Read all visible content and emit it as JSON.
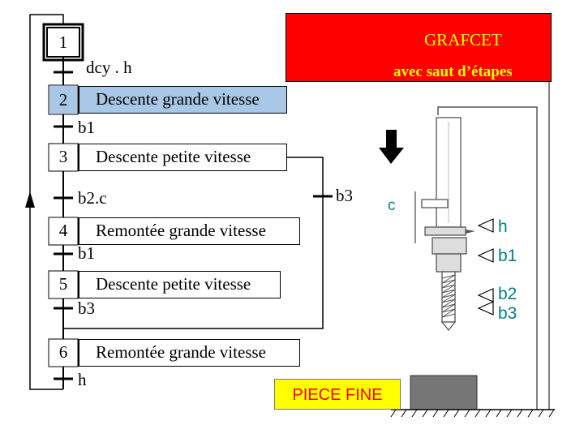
{
  "title": {
    "line1": "GRAFCET",
    "line2": "avec saut d’étapes"
  },
  "steps": [
    {
      "number": "1",
      "action": ""
    },
    {
      "number": "2",
      "action": "Descente grande vitesse"
    },
    {
      "number": "3",
      "action": "Descente petite vitesse"
    },
    {
      "number": "4",
      "action": "Remontée grande vitesse"
    },
    {
      "number": "5",
      "action": "Descente petite vitesse"
    },
    {
      "number": "6",
      "action": "Remontée grande vitesse"
    }
  ],
  "transitions": {
    "t1_2": "dcy . h",
    "t2_3": "b1",
    "t3_4": "b2.c",
    "t4_5": "b1",
    "t5_6": "b3",
    "t6_1": "h",
    "skip": "b3"
  },
  "machine": {
    "c_label": "c",
    "sensors": [
      "h",
      "b1",
      "b2",
      "b3"
    ],
    "piece_label": "PIECE FINE"
  },
  "colors": {
    "title_bg": "#ff0000",
    "title_text": "#ffff00",
    "active_step": "#a9c7e6",
    "sensor_text": "#008080",
    "piece_bg": "#ffff00",
    "piece_text": "#ff0000",
    "workpiece": "#777777"
  }
}
